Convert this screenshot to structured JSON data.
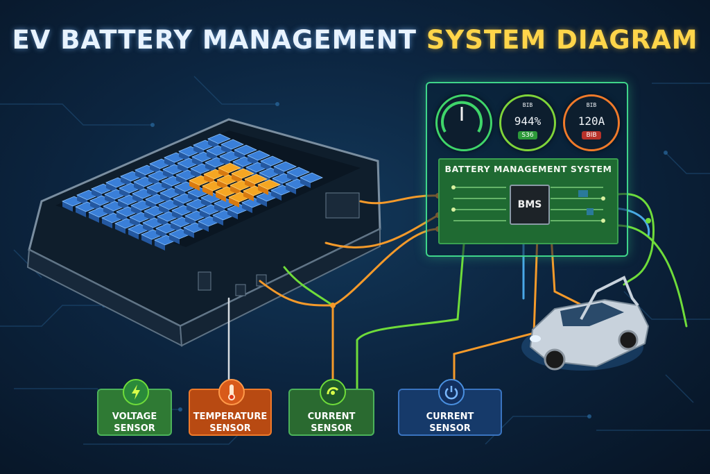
{
  "title": {
    "part1": "EV BATTERY MANAGEMENT",
    "part2": "SYSTEM DIAGRAM"
  },
  "bms_panel": {
    "board_title": "BATTERY MANAGEMENT SYSTEM",
    "chip_label": "BMS",
    "gauges": [
      {
        "name": "voltage-gauge",
        "value": "",
        "badge": "",
        "color": "#3fd56a"
      },
      {
        "name": "charge-gauge",
        "value": "944%",
        "small": "BIB",
        "badge": "S36",
        "color": "#7fd43a"
      },
      {
        "name": "current-gauge",
        "value": "120A",
        "small": "BIB",
        "badge": "BIB",
        "color": "#f07a2a"
      }
    ]
  },
  "sensors": [
    {
      "line1": "VOLTAGE",
      "line2": "SENSOR",
      "color": "#2f7a34",
      "border": "#4cb35a",
      "icon": "lightning-icon"
    },
    {
      "line1": "TEMPERATURE",
      "line2": "SENSOR",
      "color": "#b84a12",
      "border": "#f07a2a",
      "icon": "thermometer-icon"
    },
    {
      "line1": "CURRENT",
      "line2": "SENSOR",
      "color": "#2a6a30",
      "border": "#4cb35a",
      "icon": "current-icon"
    },
    {
      "line1": "CURRENT",
      "line2": "SENSOR",
      "color": "#163a6a",
      "border": "#3a74c0",
      "icon": "power-icon"
    }
  ],
  "colors": {
    "wire_orange": "#f59a2a",
    "wire_green": "#6fdc3a",
    "wire_blue": "#4aa8e8",
    "accent_yellow": "#ffd54a"
  }
}
